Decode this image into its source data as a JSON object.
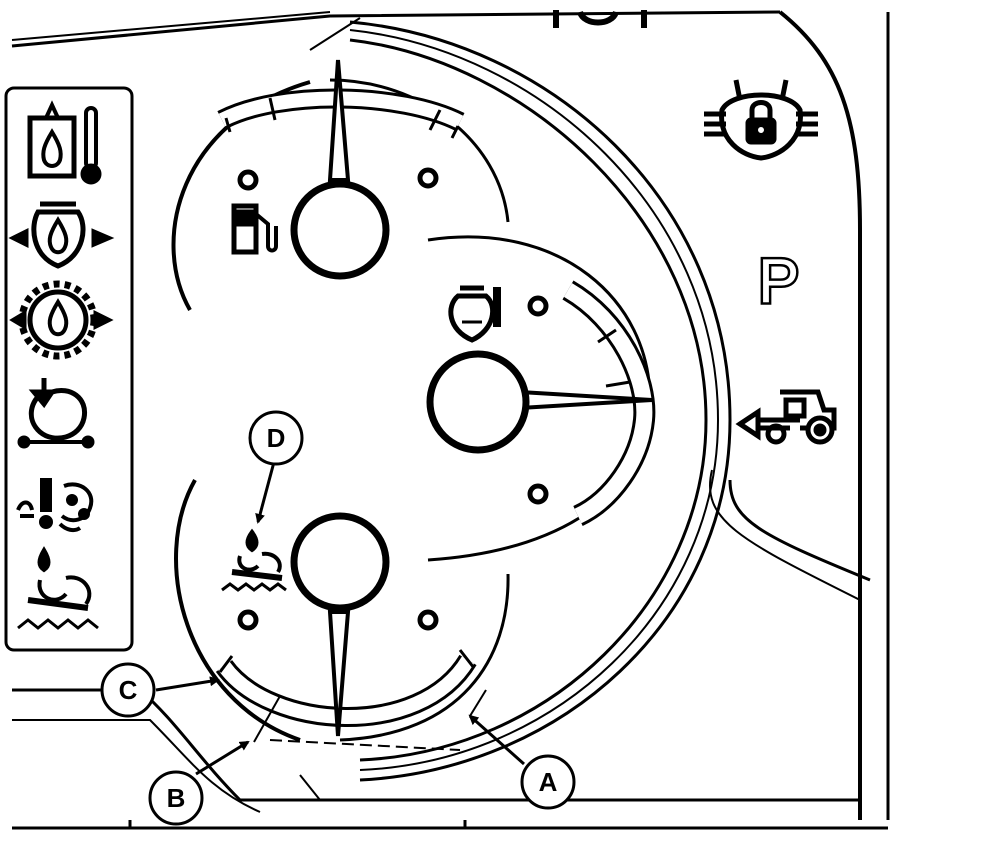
{
  "callouts": [
    {
      "id": "A",
      "label": "A"
    },
    {
      "id": "B",
      "label": "B"
    },
    {
      "id": "C",
      "label": "C"
    },
    {
      "id": "D",
      "label": "D"
    }
  ],
  "indicators": {
    "park_label": "P"
  },
  "icons": {
    "left_column": [
      "coolant-temp-icon",
      "engine-oil-pressure-icon",
      "transmission-oil-pressure-icon",
      "air-filter-icon",
      "hydraulic-warning-icon",
      "hydraulic-oil-temp-icon"
    ],
    "right_column": [
      "park-lock-icon",
      "park-indicator-icon",
      "reverse-tractor-icon"
    ],
    "gauges": [
      "fuel-icon",
      "coolant-gauge-icon",
      "hydraulic-gauge-icon"
    ]
  },
  "colors": {
    "ink": "#000000",
    "paper": "#ffffff"
  }
}
